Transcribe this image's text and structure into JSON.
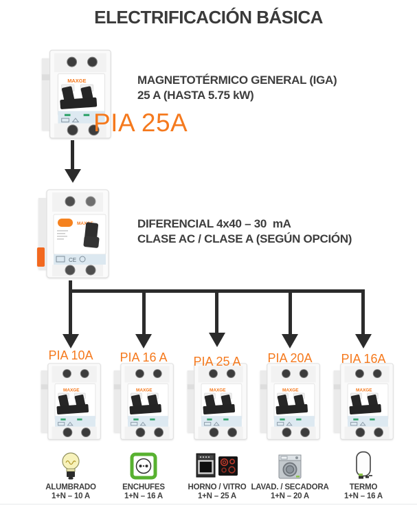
{
  "title": "ELECTRIFICACIÓN BÁSICA",
  "brand": "MAXGE",
  "rcd_marking": "CE",
  "iga": {
    "pia_label": "PIA 25A",
    "spec_line1": "MAGNETOTÉRMICO GENERAL (IGA)",
    "spec_line2": "25 A (HASTA 5.75 kW)"
  },
  "diferencial": {
    "spec_line1": "DIFERENCIAL 4x40 – 30  mA",
    "spec_line2": "CLASE AC / CLASE A (SEGÚN OPCIÓN)"
  },
  "circuits": [
    {
      "pia": "PIA 10A",
      "icon": "light-bulb",
      "name": "ALUMBRADO",
      "rating": "1+N – 10 A"
    },
    {
      "pia": "PIA 16 A",
      "icon": "socket",
      "name": "ENCHUFES",
      "rating": "1+N – 16 A"
    },
    {
      "pia": "PIA 25 A",
      "icon": "oven-vitro",
      "name": "HORNO / VITRO",
      "rating": "1+N – 25 A"
    },
    {
      "pia": "PIA 20A",
      "icon": "washer",
      "name": "LAVAD. / SECADORA",
      "rating": "1+N – 20 A"
    },
    {
      "pia": "PIA 16A",
      "icon": "water-heater",
      "name": "TERMO",
      "rating": "1+N – 16 A"
    }
  ],
  "colors": {
    "accent_orange": "#f5791d",
    "text_dark": "#3a3a3a",
    "line_black": "#2b2b2b"
  }
}
